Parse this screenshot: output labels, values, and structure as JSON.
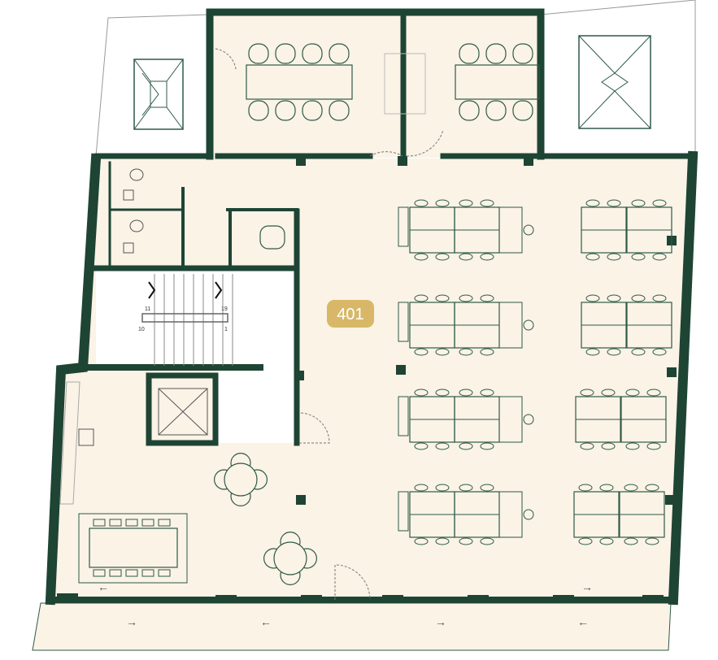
{
  "unit": {
    "label": "401"
  },
  "stairs": {
    "labels": [
      "11",
      "19",
      "10",
      "1"
    ]
  },
  "colors": {
    "wall": "#1e4434",
    "floor": "#faf3e6",
    "line": "#2f5a47",
    "badge": "#d8b868",
    "badge_text": "#ffffff",
    "core": "#ffffff"
  }
}
